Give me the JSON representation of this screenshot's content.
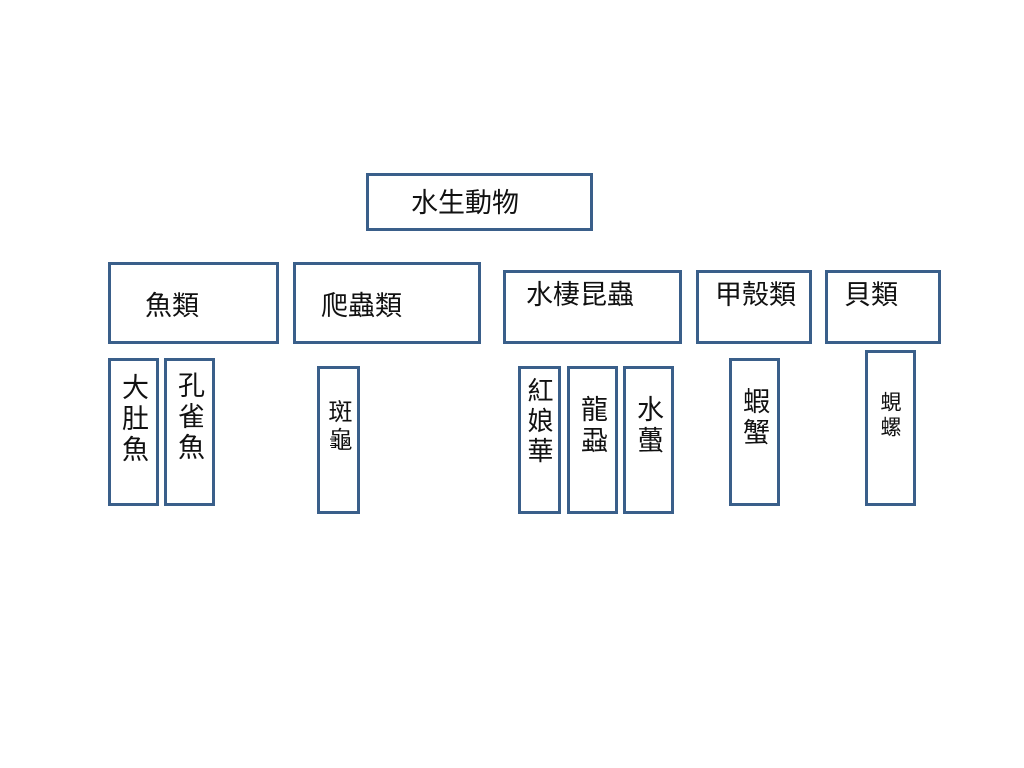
{
  "diagram": {
    "root": {
      "label": "水生動物"
    },
    "categories": [
      {
        "label": "魚類"
      },
      {
        "label": "爬蟲類"
      },
      {
        "label": "水棲昆蟲"
      },
      {
        "label": "甲殼類"
      },
      {
        "label": "貝類"
      }
    ],
    "members": [
      {
        "label": "大肚魚"
      },
      {
        "label": "孔雀魚"
      },
      {
        "label": "斑龜"
      },
      {
        "label": "紅娘華"
      },
      {
        "label": "龍蝨"
      },
      {
        "label": "水蠆"
      },
      {
        "label": "蝦蟹"
      },
      {
        "label": "蜆螺"
      }
    ],
    "border_color": "#3a5f8a"
  }
}
